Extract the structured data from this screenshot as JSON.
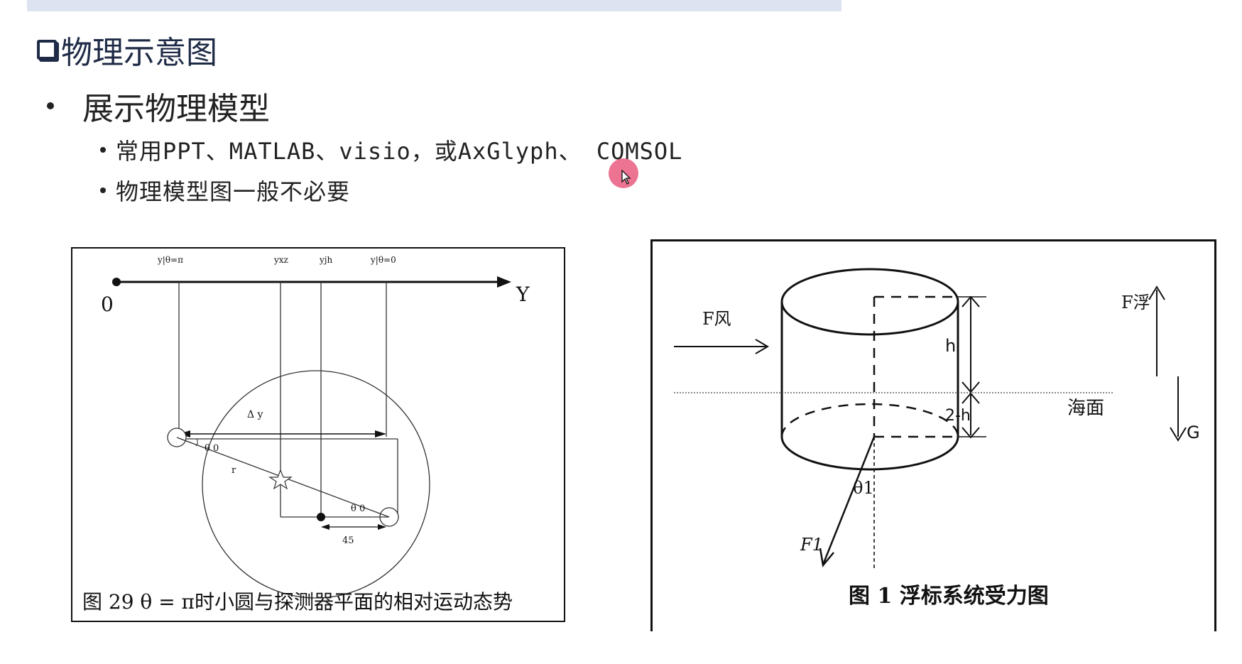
{
  "slide": {
    "section_title": "物理示意图",
    "bullet": "展示物理模型",
    "sub_bullets": [
      "常用PPT、MATLAB、visio，或AxGlyph、 COMSOL",
      "物理模型图一般不必要"
    ]
  },
  "figure_left": {
    "caption": "图 29 θ = π时小圆与探测器平面的相对运动态势",
    "labels": {
      "origin": "0",
      "axis": "Y",
      "y_theta_pi": "y|θ=π",
      "y_xz": "yxz",
      "y_jh": "yjh",
      "y_theta_0": "y|θ=0",
      "delta_y": "Δ y",
      "theta0_a": "θ 0",
      "theta0_b": "θ 0",
      "r": "r",
      "num": "45"
    }
  },
  "figure_right": {
    "caption": "图 1 浮标系统受力图",
    "labels": {
      "f_wind": "F风",
      "f_float": "F浮",
      "h": "h",
      "two_minus_h": "2-h",
      "sea_surface": "海面",
      "g": "G",
      "theta1": "θ1",
      "f1": "F1"
    }
  },
  "colors": {
    "topbar": "#dde3f0",
    "cursor": "#e6466e"
  }
}
